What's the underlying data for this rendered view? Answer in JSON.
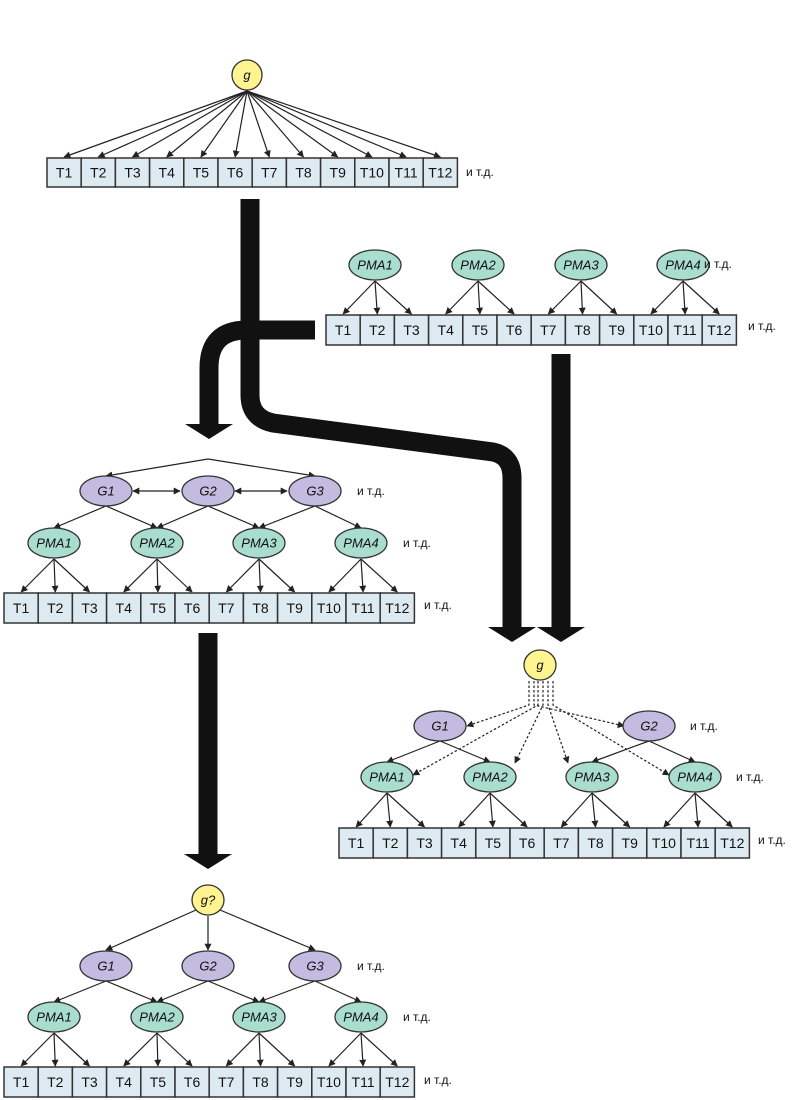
{
  "text": {
    "g": "g",
    "g_question": "g?",
    "etc": "и т.д.",
    "G": [
      "G1",
      "G2",
      "G3"
    ],
    "PMA": [
      "PMA1",
      "PMA2",
      "PMA3",
      "PMA4"
    ],
    "T": [
      "T1",
      "T2",
      "T3",
      "T4",
      "T5",
      "T6",
      "T7",
      "T8",
      "T9",
      "T10",
      "T11",
      "T12"
    ]
  },
  "colors": {
    "g_node": "#fff48f",
    "G_node": "#c3bbe0",
    "PMA_node": "#a9ddcd",
    "test_box": "#deeaf1",
    "flow_arrow": "#111111"
  }
}
